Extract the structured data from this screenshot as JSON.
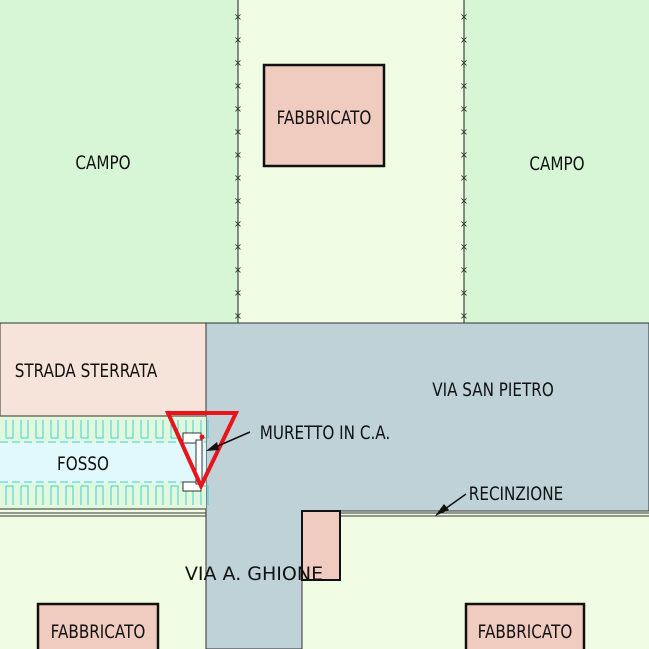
{
  "labels": {
    "campo_left": "CAMPO",
    "campo_right": "CAMPO",
    "fabbricato_top": "FABBRICATO",
    "fabbricato_bottom_left": "FABBRICATO",
    "fabbricato_bottom_right": "FABBRICATO",
    "strada_sterrata": "STRADA STERRATA",
    "via_san_pietro": "VIA SAN PIETRO",
    "muretto": "MURETTO IN C.A.",
    "fosso": "FOSSO",
    "recinzione": "RECINZIONE",
    "via_ghione": "VIA A. GHIONE"
  },
  "colors": {
    "campo": "#d6f6d6",
    "light_area": "#f0fde4",
    "building": "#efcbc0",
    "dirt_road": "#f6e4da",
    "road": "#bed2d8",
    "ditch": "#e1f8fc",
    "ditch_bank": "#e2f8dc",
    "warning_triangle": "#e8141c",
    "dash": "#3ccfdc"
  }
}
